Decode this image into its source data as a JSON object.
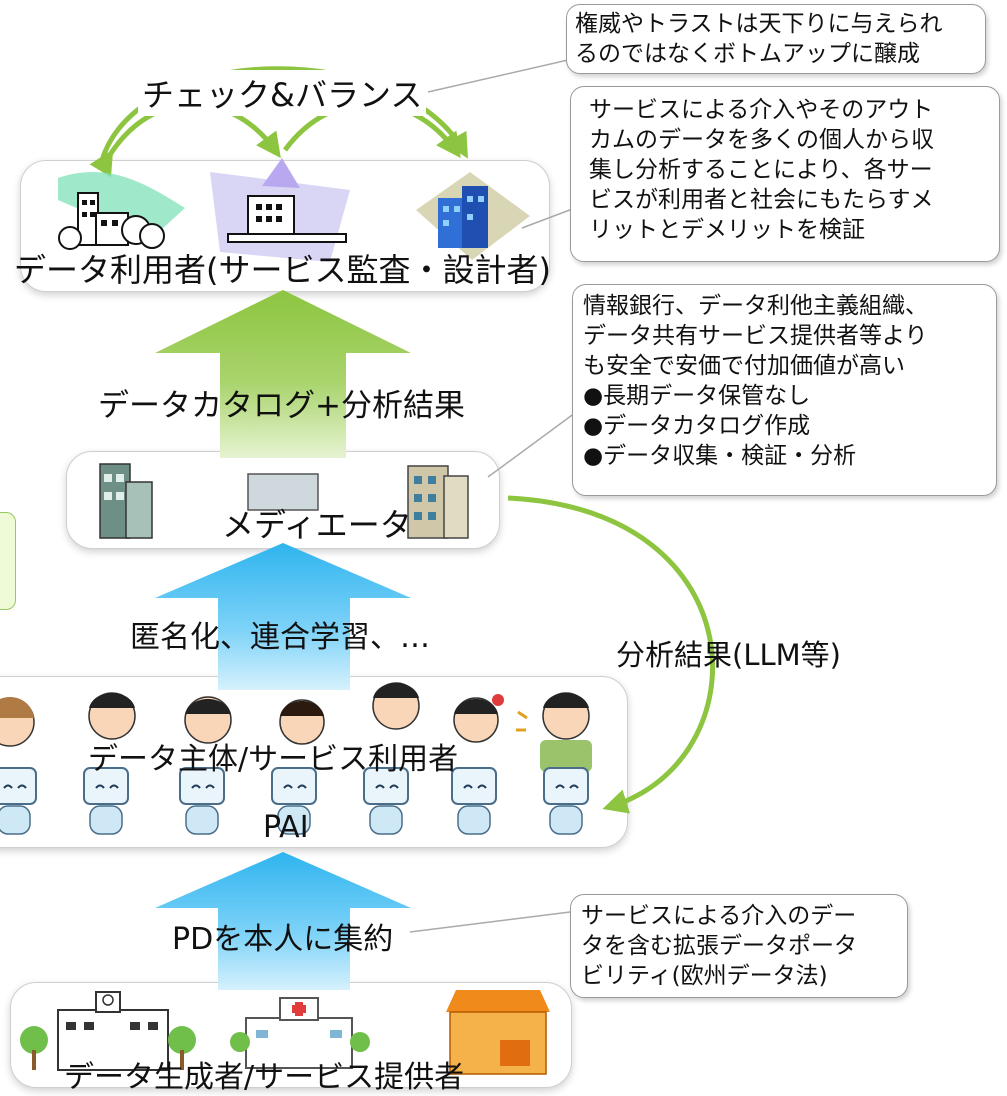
{
  "top": {
    "check_balance": "チェック&バランス",
    "users_label": "データ利用者(サービス監査・設計者)"
  },
  "arrows": {
    "catalog_label": "データカタログ+分析結果",
    "anonymize_label": "匿名化、連合学習、…",
    "pd_label": "PDを本人に集約",
    "analysis_label": "分析結果(LLM等)"
  },
  "mediator": {
    "label": "メディエータ"
  },
  "subjects": {
    "label": "データ主体/サービス利用者",
    "pai_label": "PAI"
  },
  "producers": {
    "label": "データ生成者/サービス提供者"
  },
  "callouts": {
    "trust": [
      "権威やトラストは天下りに与えられ",
      "るのではなくボトムアップに醸成"
    ],
    "audit": [
      "サービスによる介入やそのアウト",
      "カムのデータを多くの個人から収",
      "集し分析することにより、各サー",
      "ビスが利用者と社会にもたらすメ",
      "リットとデメリットを検証"
    ],
    "mediator_note": [
      "情報銀行、データ利他主義組織、",
      "データ共有サービス提供者等より",
      "も安全で安価で付加価値が高い",
      "●長期データ保管なし",
      "●データカタログ作成",
      "●データ収集・検証・分析"
    ],
    "portability": [
      "サービスによる介入のデー",
      "タを含む拡張データポータ",
      "ビリティ(欧州データ法)"
    ]
  },
  "colors": {
    "green": "#8dc540",
    "blue": "#37b8f0"
  }
}
